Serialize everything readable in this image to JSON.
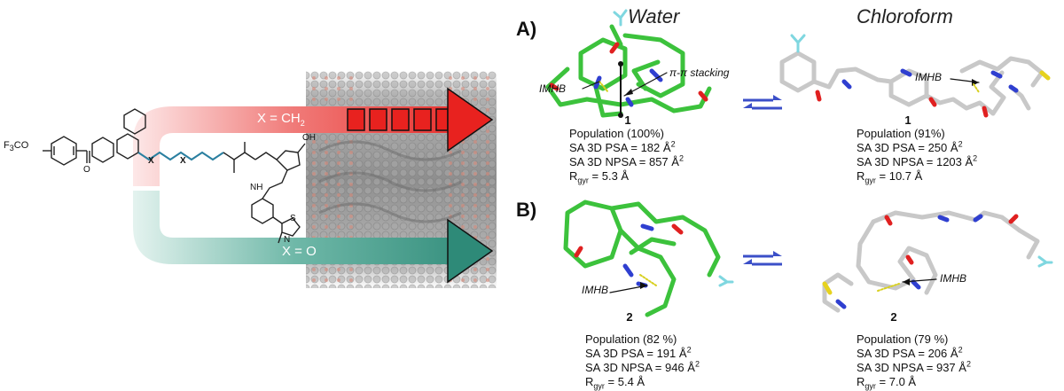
{
  "left_scheme": {
    "substituent_label": "F3CO",
    "path_top_label": "X = CH2",
    "path_bottom_label": "X = O",
    "linker_atom_label": "X",
    "hydroxyl_label": "OH",
    "nh_label": "NH",
    "n_label": "N",
    "s_label": "S",
    "o_label": "O"
  },
  "columns": {
    "water": "Water",
    "chloroform": "Chloroform"
  },
  "panels": {
    "A": {
      "label": "A)",
      "water": {
        "compound": "1",
        "annotations": [
          "IMHB",
          "π-π stacking"
        ],
        "stats": [
          "Population (100%)",
          "SA 3D PSA = 182 Å2",
          "SA 3D NPSA = 857 Å2",
          "Rgyr = 5.3 Å"
        ]
      },
      "chloroform": {
        "compound": "1",
        "annotations": [
          "IMHB"
        ],
        "stats": [
          "Population (91%)",
          "SA 3D PSA = 250 Å2",
          "SA 3D NPSA = 1203 Å2",
          "Rgyr = 10.7 Å"
        ]
      }
    },
    "B": {
      "label": "B)",
      "water": {
        "compound": "2",
        "annotations": [
          "IMHB"
        ],
        "stats": [
          "Population (82 %)",
          "SA 3D PSA = 191 Å2",
          "SA 3D NPSA = 946 Å2",
          "Rgyr = 5.4 Å"
        ]
      },
      "chloroform": {
        "compound": "2",
        "annotations": [
          "IMHB"
        ],
        "stats": [
          "Population (79 %)",
          "SA 3D PSA = 206 Å2",
          "SA 3D NPSA = 937 Å2",
          "Rgyr = 7.0 Å"
        ]
      }
    }
  },
  "colors": {
    "red_arrow": "#e8221f",
    "teal_arrow": "#2e8a78",
    "water_carbon": "#3cc23c",
    "chloroform_carbon": "#c8c8c8",
    "nitrogen": "#2f3fd0",
    "oxygen": "#e02020",
    "fluorine": "#7fd7e0",
    "sulfur": "#e6d21e",
    "equilibrium_arrow": "#3b4fc8",
    "membrane": "#8a8a8a"
  }
}
